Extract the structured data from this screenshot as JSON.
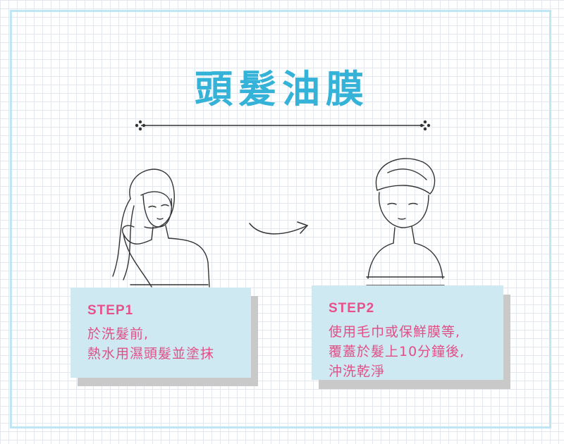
{
  "title": "頭髮油膜",
  "colors": {
    "title": "#35b2d8",
    "step_text": "#e24f86",
    "card_bg": "#cfe9f3",
    "frame": "#bfe6f4"
  },
  "steps": [
    {
      "label": "STEP1",
      "lines": "於洗髮前,\n熱水用濕頭髮並塗抹"
    },
    {
      "label": "STEP2",
      "lines": "使用毛巾或保鮮膜等,\n覆蓋於髮上10分鐘後,\n沖洗乾淨"
    }
  ],
  "icons": {
    "divider": "ornament-line-icon",
    "arrow": "curved-arrow-icon",
    "woman_oiling": "woman-applying-hair-oil-illustration",
    "woman_towel": "woman-with-towel-turban-illustration"
  }
}
